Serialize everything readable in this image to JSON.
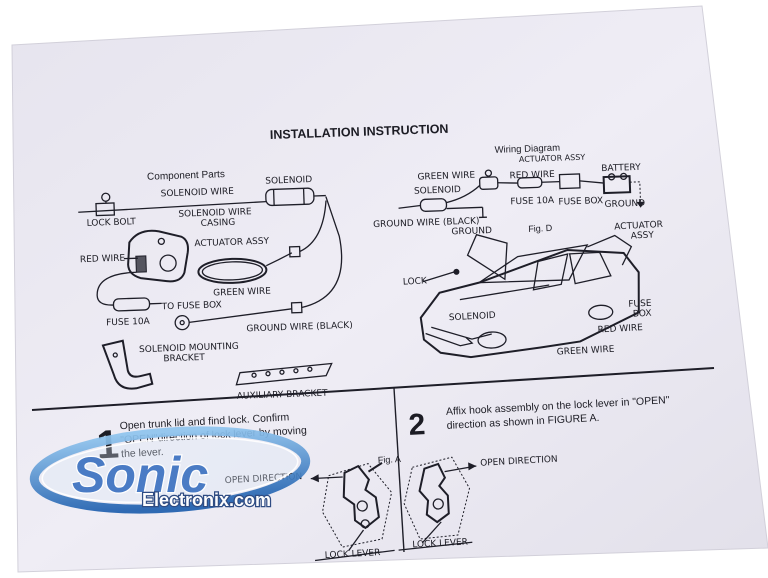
{
  "title": "INSTALLATION INSTRUCTION",
  "component_parts": {
    "heading": "Component Parts",
    "labels": {
      "solenoid": "SOLENOID",
      "solenoid_wire": "SOLENOID WIRE",
      "lock_bolt": "LOCK BOLT",
      "solenoid_wire_casing_1": "SOLENOID WIRE",
      "solenoid_wire_casing_2": "CASING",
      "red_wire": "RED WIRE",
      "actuator_assy": "ACTUATOR ASSY",
      "green_wire": "GREEN WIRE",
      "to_fuse_box": "TO FUSE BOX",
      "fuse_10a": "FUSE 10A",
      "ground_wire_black": "GROUND WIRE (BLACK)",
      "mounting_bracket_1": "SOLENOID MOUNTING",
      "mounting_bracket_2": "BRACKET",
      "auxiliary_bracket": "AUXILIARY BRACKET"
    }
  },
  "wiring_diagram": {
    "heading": "Wiring Diagram",
    "labels": {
      "actuator_assy": "ACTUATOR ASSY",
      "green_wire": "GREEN WIRE",
      "red_wire": "RED WIRE",
      "battery": "BATTERY",
      "solenoid": "SOLENOID",
      "fuse_10a": "FUSE 10A",
      "fuse_box": "FUSE BOX",
      "ground_wire_black": "GROUND WIRE (BLACK)",
      "ground_1": "GROUND",
      "ground_2": "GROUND"
    }
  },
  "fig_d": {
    "caption": "Fig. D",
    "labels": {
      "actuator_1": "ACTUATOR",
      "actuator_2": "ASSY",
      "lock": "LOCK",
      "solenoid": "SOLENOID",
      "fuse_1": "FUSE",
      "fuse_2": "BOX",
      "red_wire": "RED WIRE",
      "green_wire": "GREEN WIRE"
    }
  },
  "steps": [
    {
      "number": "1",
      "lines": [
        "Open trunk lid and find lock. Confirm",
        "\"OPEN\"direction of lock lever by moving",
        "the lever."
      ]
    },
    {
      "number": "2",
      "lines": [
        "Affix hook assembly on the lock lever in \"OPEN\"",
        "direction as shown in FIGURE A."
      ]
    }
  ],
  "fig_a": {
    "caption": "Fig. A",
    "open_direction_1": "OPEN  DIRECTION",
    "open_direction_2": "OPEN  DIRECTION",
    "lock_lever_1": "LOCK LEVER",
    "lock_lever_2": "LOCK LEVER"
  },
  "watermark": {
    "brand_1": "Sonic",
    "brand_2": "Electronix.com"
  },
  "colors": {
    "paper": "#ebe9f2",
    "ink": "#1e1e28",
    "watermark_blue": "#2b5ea8"
  }
}
